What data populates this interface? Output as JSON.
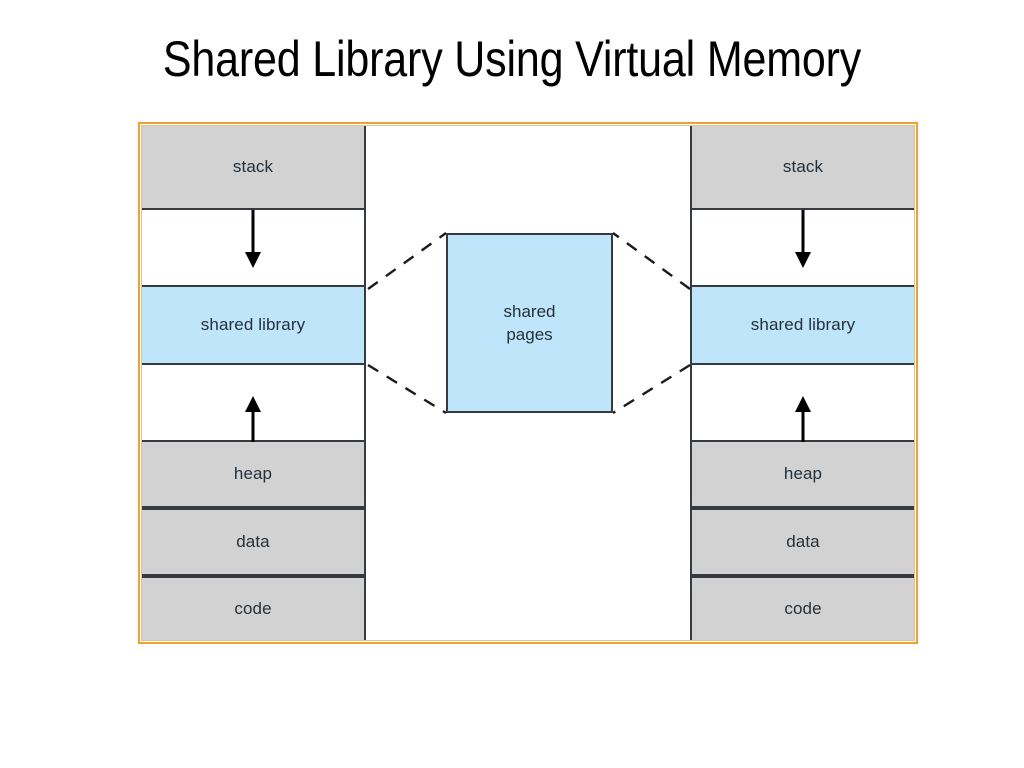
{
  "slide": {
    "title": "Shared Library Using Virtual Memory"
  },
  "colors": {
    "frame_outer": "#e8a33d",
    "frame_inner": "#f0c07a",
    "segment_gray": "#d2d2d3",
    "segment_blue": "#bfe5fa",
    "border_dark": "#343a40",
    "text": "#24303a",
    "arrow": "#000000"
  },
  "diagram": {
    "type": "memory-layout",
    "processes": [
      {
        "name": "process-left",
        "segments": [
          {
            "id": "stack",
            "label": "stack",
            "fill": "gray"
          },
          {
            "id": "gap-upper",
            "label": "",
            "fill": "white"
          },
          {
            "id": "shared-library",
            "label": "shared library",
            "fill": "blue"
          },
          {
            "id": "gap-lower",
            "label": "",
            "fill": "white"
          },
          {
            "id": "heap",
            "label": "heap",
            "fill": "gray"
          },
          {
            "id": "data",
            "label": "data",
            "fill": "gray"
          },
          {
            "id": "code",
            "label": "code",
            "fill": "gray"
          }
        ],
        "arrows": [
          {
            "id": "stack-grows-down",
            "direction": "down"
          },
          {
            "id": "heap-grows-up",
            "direction": "up"
          }
        ]
      },
      {
        "name": "process-right",
        "segments": [
          {
            "id": "stack",
            "label": "stack",
            "fill": "gray"
          },
          {
            "id": "gap-upper",
            "label": "",
            "fill": "white"
          },
          {
            "id": "shared-library",
            "label": "shared library",
            "fill": "blue"
          },
          {
            "id": "gap-lower",
            "label": "",
            "fill": "white"
          },
          {
            "id": "heap",
            "label": "heap",
            "fill": "gray"
          },
          {
            "id": "data",
            "label": "data",
            "fill": "gray"
          },
          {
            "id": "code",
            "label": "code",
            "fill": "gray"
          }
        ],
        "arrows": [
          {
            "id": "stack-grows-down",
            "direction": "down"
          },
          {
            "id": "heap-grows-up",
            "direction": "up"
          }
        ]
      }
    ],
    "shared_pages": {
      "id": "shared-pages",
      "line1": "shared",
      "line2": "pages",
      "fill": "blue"
    },
    "connectors": {
      "style": "dashed",
      "count": 4,
      "description": "dashed lines linking each process shared library segment to the central shared pages block"
    }
  }
}
